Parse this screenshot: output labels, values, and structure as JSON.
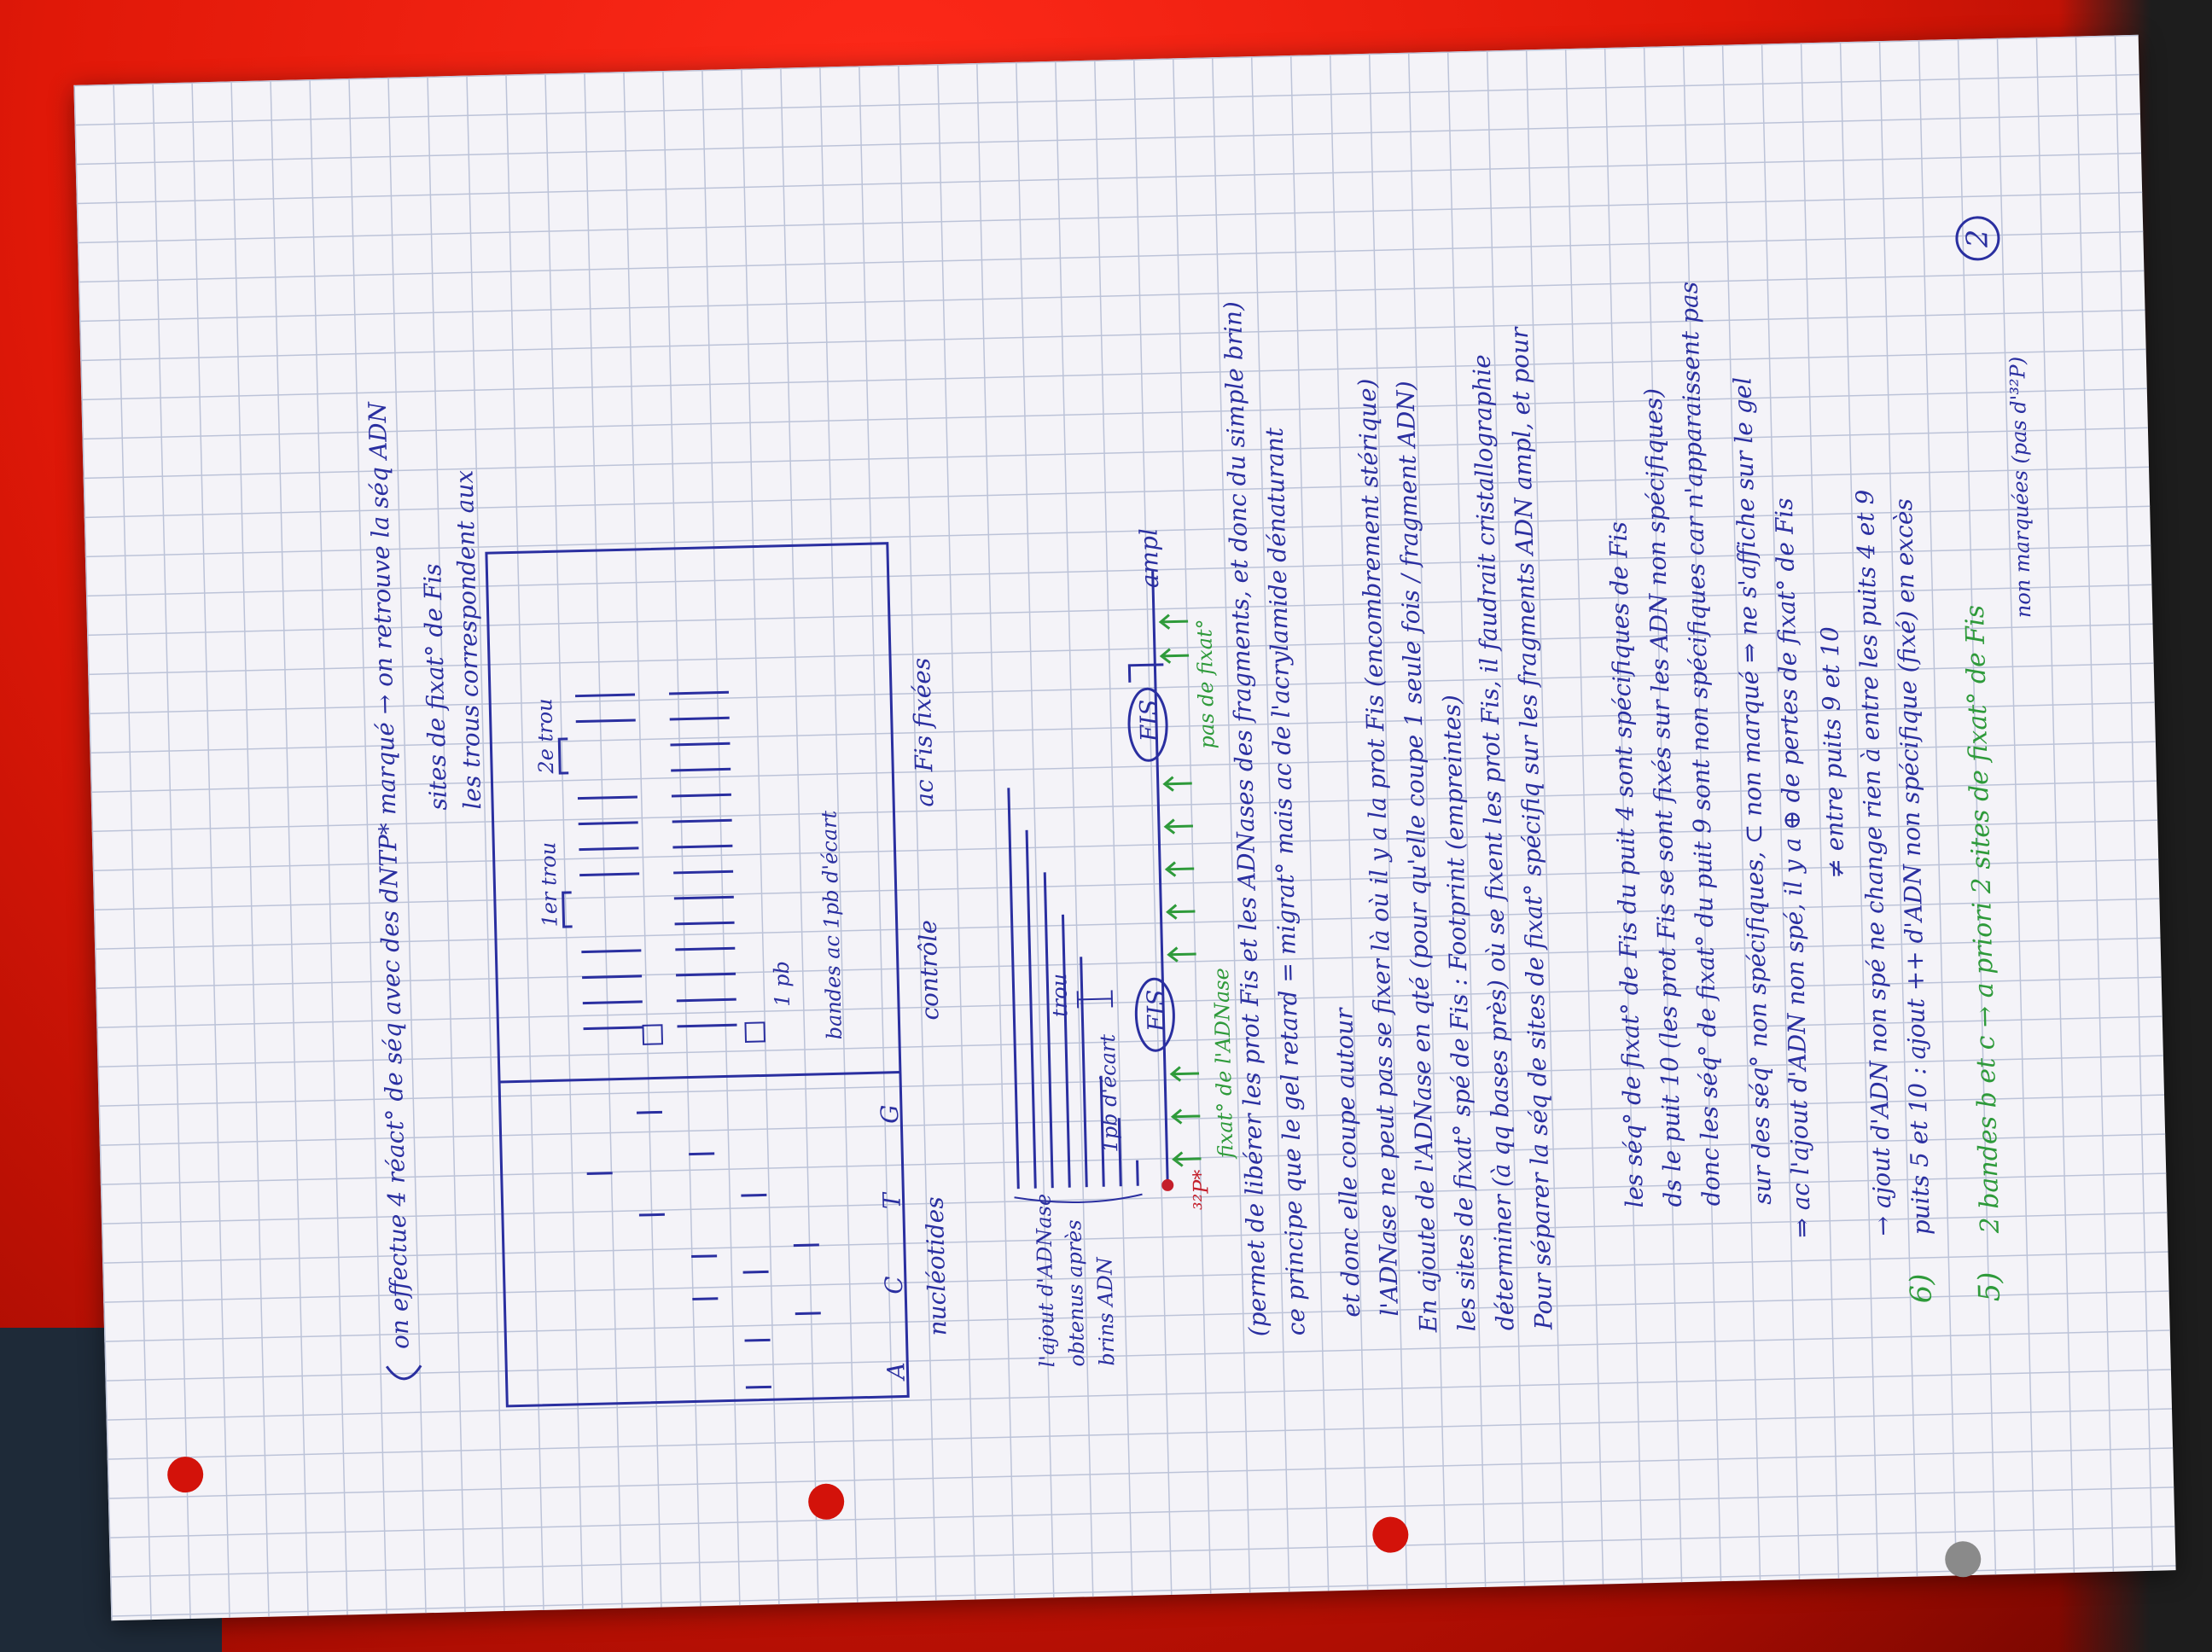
{
  "page_number": "2",
  "q5": {
    "num": "5)",
    "text": "2 bandes b et c → a priori 2 sites de fixat° de Fis",
    "note": "non marquées (pas d'³²P)"
  },
  "q6": {
    "num": "6)",
    "line1": "puits 5 et 10 : ajout ++ d'ADN non spécifique (fixé) en excès",
    "line2": "→ ajout d'ADN non spé ne change rien à entre les puits 4 et 9",
    "line3": "≠ entre puits 9 et 10",
    "line4": "⇒ ac l'ajout d'ADN non spé, il y a ⊕ de pertes de fixat° de Fis",
    "line5": "sur des séq° non spécifiques, ⊂ non marqué ⇒ ne s'affiche sur le gel",
    "line6": "donc les séq° de fixat° du puit 9 sont non spécifiques car n'apparaissent pas",
    "line7": "ds le puit 10 (les prot Fis se sont fixés sur les ADN non spécifiques)",
    "line8": "les séq° de fixat° de Fis du puit 4 sont spécifiques de Fis"
  },
  "para1": {
    "line1": "Pour séparer la séq de sites de fixat° spécifiq sur les fragments ADN ampl, et pour",
    "line2": "déterminer (à qq bases près) où se fixent les prot Fis, il faudrait cristallographie",
    "line3": "les sites de fixat° spé de Fis : Footprint (empreintes)",
    "line4": "En ajoute de l'ADNase en qté (pour qu'elle coupe 1 seule fois / fragment ADN)",
    "line5": "l'ADNase ne peut pas se fixer là où il y a la prot Fis (encombrement stérique)",
    "line6": "et donc elle coupe autour"
  },
  "para2": {
    "line1": "ce principe que le gel retard = migrat° mais ac de l'acrylamide dénaturant",
    "line2": "(permet de libérer les prot Fis et les ADNases des fragments, et donc du simple brin)"
  },
  "figure1": {
    "p32_label": "³²P*",
    "fixation_label": "fixat° de l'ADNase",
    "pas_fixation_label": "pas de fixat°",
    "fis_label": "FIS",
    "ampl_label": "ampl",
    "ecart_label": "1pb d'écart",
    "brins_label": "brins ADN",
    "obtenus_label": "obtenus après",
    "ajout_label": "l'ajout d'ADNase",
    "trou_label": "trou"
  },
  "gel": {
    "header_nucleotides": "nucléotides",
    "header_controle": "contrôle",
    "header_fis": "ac Fis fixées",
    "lanes": [
      "A",
      "C",
      "T",
      "G"
    ],
    "bande_label": "bandes ac 1pb d'écart",
    "pb_label": "1 pb",
    "trou1": "1er trou",
    "trou2": "2e trou",
    "note1": "les trous correspondent aux",
    "note2": "sites de fixat° de Fis"
  },
  "bottom_note": "on effectue 4 réact° de séq avec des dNTP* marqué → on retrouve la séq ADN"
}
